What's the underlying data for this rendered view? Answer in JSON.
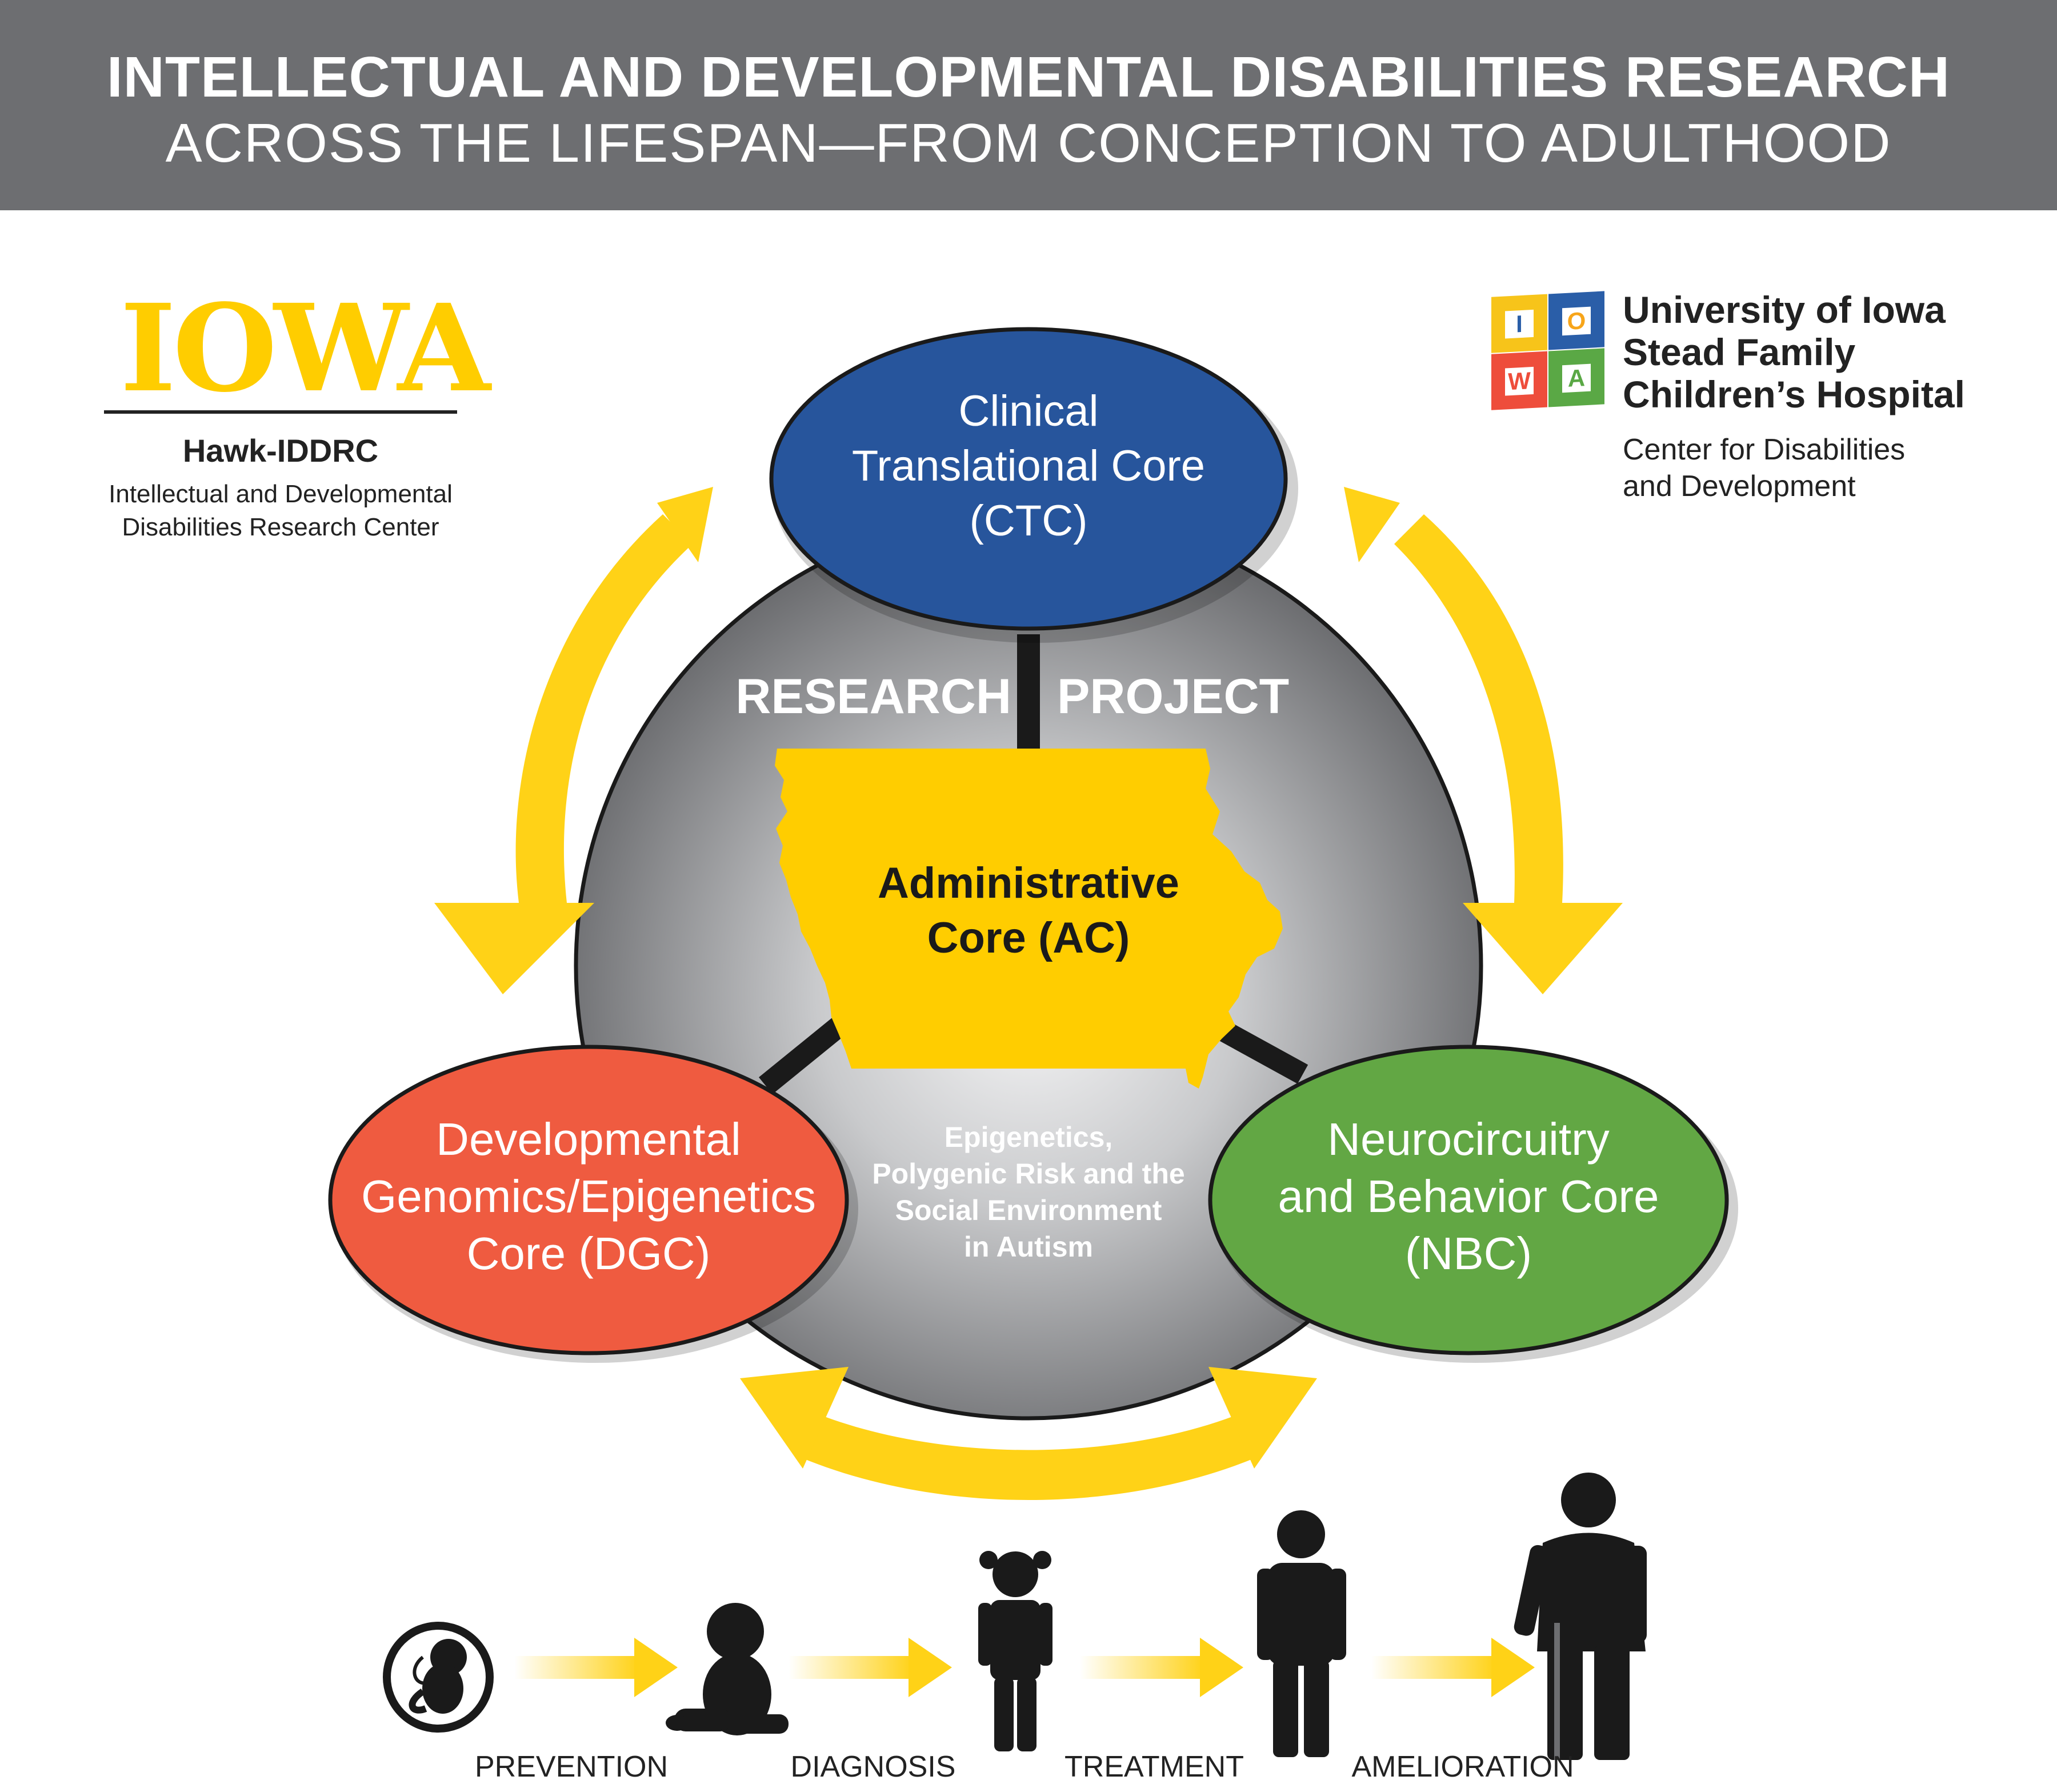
{
  "header": {
    "title": "INTELLECTUAL AND DEVELOPMENTAL DISABILITIES RESEARCH",
    "subtitle": "ACROSS THE LIFESPAN—FROM CONCEPTION TO ADULTHOOD"
  },
  "left_logo": {
    "wordmark": "IOWA",
    "name": "Hawk-IDDRC",
    "description_line1": "Intellectual and Developmental",
    "description_line2": "Disabilities Research Center"
  },
  "right_logo": {
    "badge_letters": [
      "I",
      "O",
      "W",
      "A"
    ],
    "name_line1": "University of Iowa",
    "name_line2": "Stead Family",
    "name_line3": "Children’s Hospital",
    "center_line1": "Center for Disabilities",
    "center_line2": "and Development"
  },
  "diagram": {
    "ctc": {
      "line1": "Clinical",
      "line2": "Translational Core",
      "line3": "(CTC)",
      "color": "#27559c"
    },
    "dgc": {
      "line1": "Developmental",
      "line2": "Genomics/Epigenetics",
      "line3": "Core (DGC)",
      "color": "#ef5b40"
    },
    "nbc": {
      "line1": "Neurocircuitry",
      "line2": "and Behavior Core",
      "line3": "(NBC)",
      "color": "#62a744"
    },
    "ac": {
      "line1": "Administrative",
      "line2": "Core (AC)",
      "color": "#ffcd00"
    },
    "research_label": "RESEARCH",
    "project_label": "PROJECT",
    "project_title": {
      "line1": "Epigenetics,",
      "line2": "Polygenic Risk and the",
      "line3": "Social Environment",
      "line4": "in Autism"
    },
    "arrow_color": "#ffd217"
  },
  "lifespan": {
    "stages": [
      "PREVENTION",
      "DIAGNOSIS",
      "TREATMENT",
      "AMELIORATION"
    ],
    "figures": [
      "fetus-icon",
      "baby-icon",
      "girl-icon",
      "adolescent-icon",
      "elderly-man-icon"
    ]
  }
}
